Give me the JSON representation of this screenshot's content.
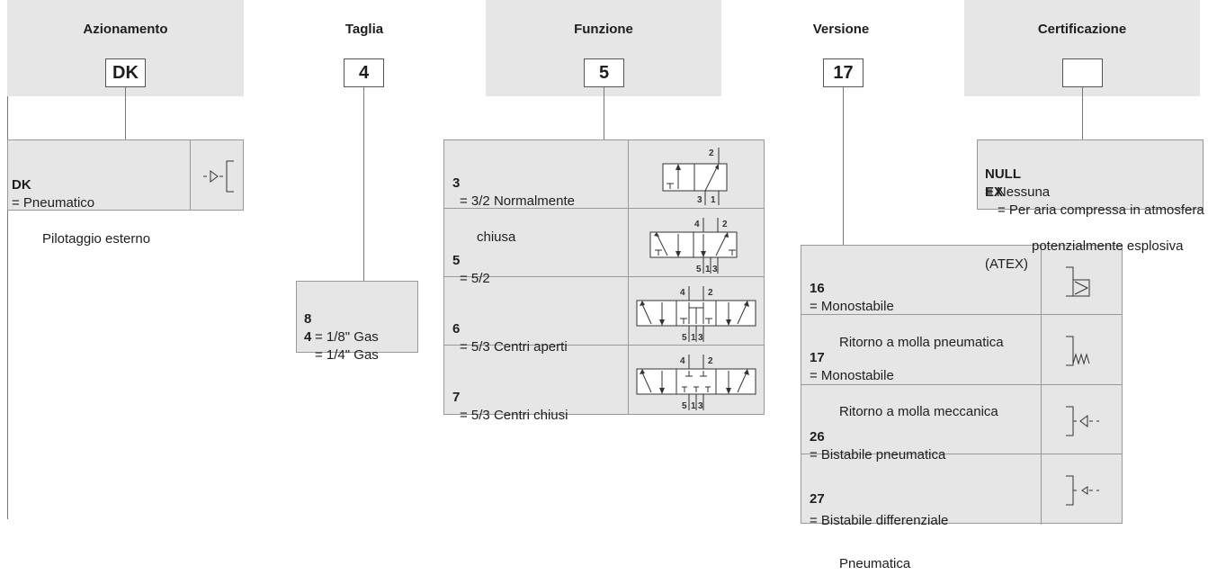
{
  "columns": {
    "azionamento": {
      "header": "Azionamento",
      "code": "DK"
    },
    "taglia": {
      "header": "Taglia",
      "code": "4"
    },
    "funzione": {
      "header": "Funzione",
      "code": "5"
    },
    "versione": {
      "header": "Versione",
      "code": "17"
    },
    "certificazione": {
      "header": "Certificazione",
      "code": ""
    }
  },
  "azionamento_options": [
    {
      "key": "DK",
      "line1": "= Pneumatico",
      "line2": "Pilotaggio esterno"
    }
  ],
  "taglia_options": [
    {
      "key": "8",
      "text": "=  1/8\" Gas"
    },
    {
      "key": "4",
      "text": "=  1/4\" Gas"
    }
  ],
  "funzione_options": [
    {
      "key": "3",
      "line1": "= 3/2 Normalmente",
      "line2": "chiusa",
      "ports": [
        "2",
        "3",
        "1"
      ]
    },
    {
      "key": "5",
      "line1": "= 5/2",
      "ports": [
        "4",
        "2",
        "5",
        "1",
        "3"
      ]
    },
    {
      "key": "6",
      "line1": "= 5/3 Centri aperti",
      "ports": [
        "4",
        "2",
        "5",
        "1",
        "3"
      ]
    },
    {
      "key": "7",
      "line1": "= 5/3 Centri chiusi",
      "ports": [
        "4",
        "2",
        "5",
        "1",
        "3"
      ]
    }
  ],
  "versione_options": [
    {
      "key": "16",
      "line1": "= Monostabile",
      "line2": "Ritorno a molla pneumatica"
    },
    {
      "key": "17",
      "line1": "= Monostabile",
      "line2": "Ritorno a molla meccanica"
    },
    {
      "key": "26",
      "line1": "= Bistabile pneumatica"
    },
    {
      "key": "27",
      "line1": "= Bistabile differenziale",
      "line2": "Pneumatica"
    }
  ],
  "certificazione_options": [
    {
      "key": "NULL",
      "text": "= Nessuna"
    },
    {
      "key": "EX",
      "line1": "= Per aria compressa in atmosfera",
      "line2": "potenzialmente esplosiva (ATEX)"
    }
  ],
  "colors": {
    "panel": "#e6e6e6",
    "line": "#777777",
    "text": "#1e1e1e"
  }
}
